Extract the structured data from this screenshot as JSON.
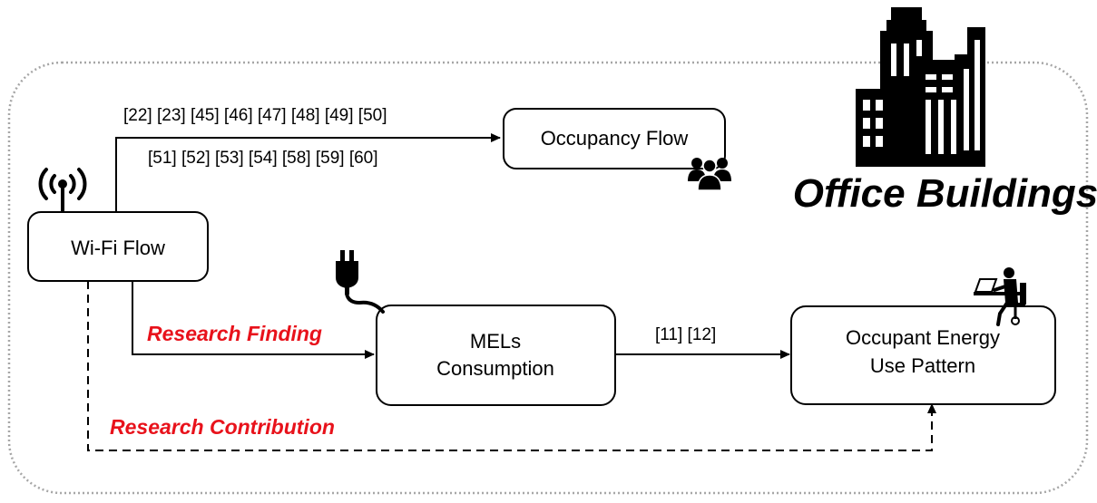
{
  "title": "Office Buildings",
  "nodes": {
    "wifi": "Wi-Fi Flow",
    "occupancy": "Occupancy Flow",
    "mels": [
      "MELs",
      "Consumption"
    ],
    "energy": [
      "Occupant Energy",
      "Use Pattern"
    ]
  },
  "edges": {
    "occupancy_refs_line1": "[22] [23] [45] [46] [47] [48] [49] [50]",
    "occupancy_refs_line2": "[51] [52] [53] [54] [58] [59] [60]",
    "research_finding": "Research Finding",
    "mels_refs": "[11] [12]",
    "research_contribution": "Research Contribution"
  },
  "icons": [
    "wifi-signal-icon",
    "people-group-icon",
    "power-plug-icon",
    "desk-worker-icon",
    "office-buildings-icon"
  ],
  "colors": {
    "highlight": "#e8121b",
    "stroke": "#000000",
    "container_border": "#a6a6a6"
  }
}
